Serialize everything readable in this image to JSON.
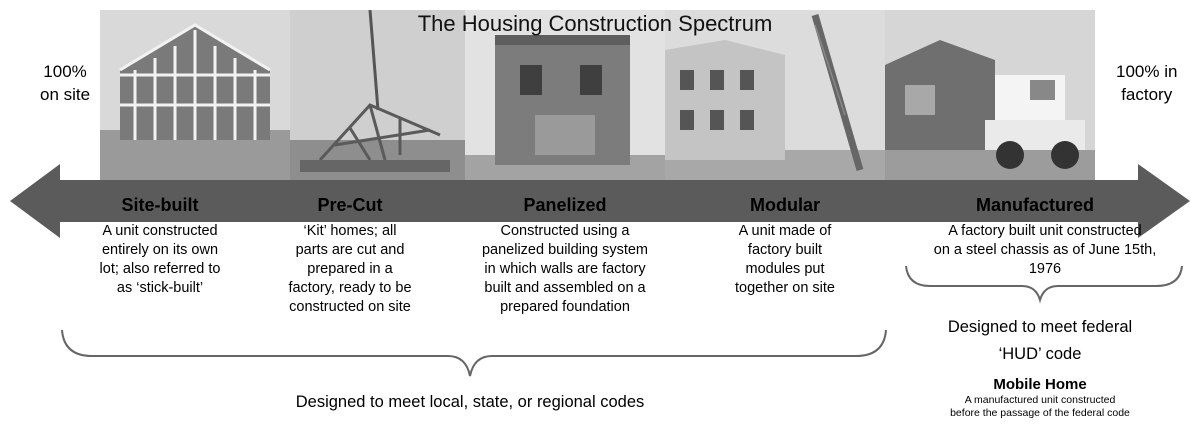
{
  "title": "The Housing Construction Spectrum",
  "left_label": [
    "100%",
    "on site"
  ],
  "right_label": [
    "100% in",
    "factory"
  ],
  "categories": [
    {
      "name": "Site-built",
      "description": [
        "A unit constructed",
        "entirely on its own",
        "lot; also referred to",
        "as ‘stick-built’"
      ]
    },
    {
      "name": "Pre-Cut",
      "description": [
        "‘Kit’ homes; all",
        "parts are cut and",
        "prepared in a",
        "factory, ready to be",
        "constructed on site"
      ]
    },
    {
      "name": "Panelized",
      "description": [
        "Constructed using a",
        "panelized building system",
        "in which walls are factory",
        "built and assembled on a",
        "prepared foundation"
      ]
    },
    {
      "name": "Modular",
      "description": [
        "A unit made of",
        "factory built",
        "modules put",
        "together on site"
      ]
    },
    {
      "name": "Manufactured",
      "description": [
        "A factory built unit constructed",
        "on a steel chassis as of June 15th,",
        "1976"
      ]
    }
  ],
  "local_codes": "Designed to meet local, state, or regional codes",
  "federal_codes": [
    "Designed to meet federal",
    "‘HUD’ code"
  ],
  "mobile_home": {
    "title": "Mobile Home",
    "description": [
      "A manufactured unit constructed",
      "before the passage of the federal code"
    ]
  }
}
